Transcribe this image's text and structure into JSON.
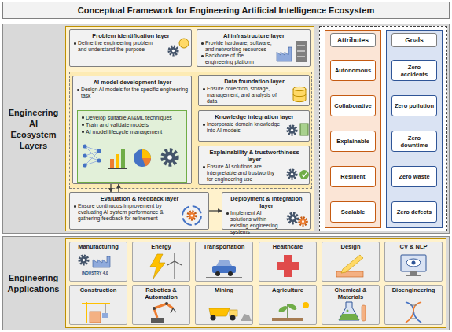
{
  "diagram": {
    "title": "Conceptual Framework for Engineering Artificial Intelligence Ecosystem",
    "nodes": [
      {
        "text": [
          "Engineering AI Ecosystem Layers"
        ]
      },
      {
        "text": [
          "Problem identification layer",
          "Define the engineering problem and understand the purpose"
        ],
        "in": 0
      },
      {
        "text": [
          "AI infrastructure layer",
          "Provide hardware, software, and networking resources",
          "Backbone of the engineering platform"
        ],
        "in": 0
      },
      {
        "text": [
          "AI model development layer",
          "Design AI models for the specific engineering task"
        ],
        "in": 0
      },
      {
        "text": [
          "Develop suitable AI&ML techniques",
          "Train and validate models",
          "AI model lifecycle management"
        ],
        "in": 3
      },
      {
        "text": [
          "Data foundation layer",
          "Ensure collection, storage, management, and analysis of data"
        ],
        "in": 0
      },
      {
        "text": [
          "Knowledge integration layer",
          "Incorporate domain knowledge into AI models"
        ],
        "in": 0
      },
      {
        "text": [
          "Explainability & trustworthiness layer",
          "Ensure AI solutions are interpretable and trustworthy for engineering use"
        ],
        "in": 0
      },
      {
        "text": [
          "Evaluation & feedback layer",
          "Ensure continuous improvement by evaluating AI system performance & gathering feedback for refinement"
        ],
        "in": 0
      },
      {
        "text": [
          "Deployment & integration layer",
          "Implement AI solutions within existing engineering systems"
        ],
        "in": 0
      },
      {
        "text": [
          "Attributes"
        ],
        "in": 0
      },
      {
        "text": [
          "Autonomous"
        ],
        "in": 10
      },
      {
        "text": [
          "Collaborative"
        ],
        "in": 10
      },
      {
        "text": [
          "Explainable"
        ],
        "in": 10
      },
      {
        "text": [
          "Resilient"
        ],
        "in": 10
      },
      {
        "text": [
          "Scalable"
        ],
        "in": 10
      },
      {
        "text": [
          "Goals"
        ],
        "in": 0
      },
      {
        "text": [
          "Zero accidents"
        ],
        "in": 16
      },
      {
        "text": [
          "Zero pollution"
        ],
        "in": 16
      },
      {
        "text": [
          "Zero downtime"
        ],
        "in": 16
      },
      {
        "text": [
          "Zero waste"
        ],
        "in": 16
      },
      {
        "text": [
          "Zero defects"
        ],
        "in": 16
      },
      {
        "text": [
          "Engineering Applications"
        ]
      },
      {
        "text": [
          "Manufacturing"
        ],
        "in": 22
      },
      {
        "text": [
          "Energy"
        ],
        "in": 22
      },
      {
        "text": [
          "Transportation"
        ],
        "in": 22
      },
      {
        "text": [
          "Healthcare"
        ],
        "in": 22
      },
      {
        "text": [
          "Design"
        ],
        "in": 22
      },
      {
        "text": [
          "CV & NLP"
        ],
        "in": 22
      },
      {
        "text": [
          "Construction"
        ],
        "in": 22
      },
      {
        "text": [
          "Robotics & Automation"
        ],
        "in": 22
      },
      {
        "text": [
          "Mining"
        ],
        "in": 22
      },
      {
        "text": [
          "Agriculture"
        ],
        "in": 22
      },
      {
        "text": [
          "Chemical & Materials"
        ],
        "in": 22
      },
      {
        "text": [
          "Bioengineering"
        ],
        "in": 22
      }
    ],
    "edges": [
      {
        "from": 3,
        "to": 8,
        "arrow": "to"
      },
      {
        "from": 8,
        "to": 3,
        "arrow": "to"
      },
      {
        "from": 8,
        "to": 9,
        "arrow": "to"
      }
    ],
    "labels": [
      "INDUSTRY 4.0"
    ]
  }
}
